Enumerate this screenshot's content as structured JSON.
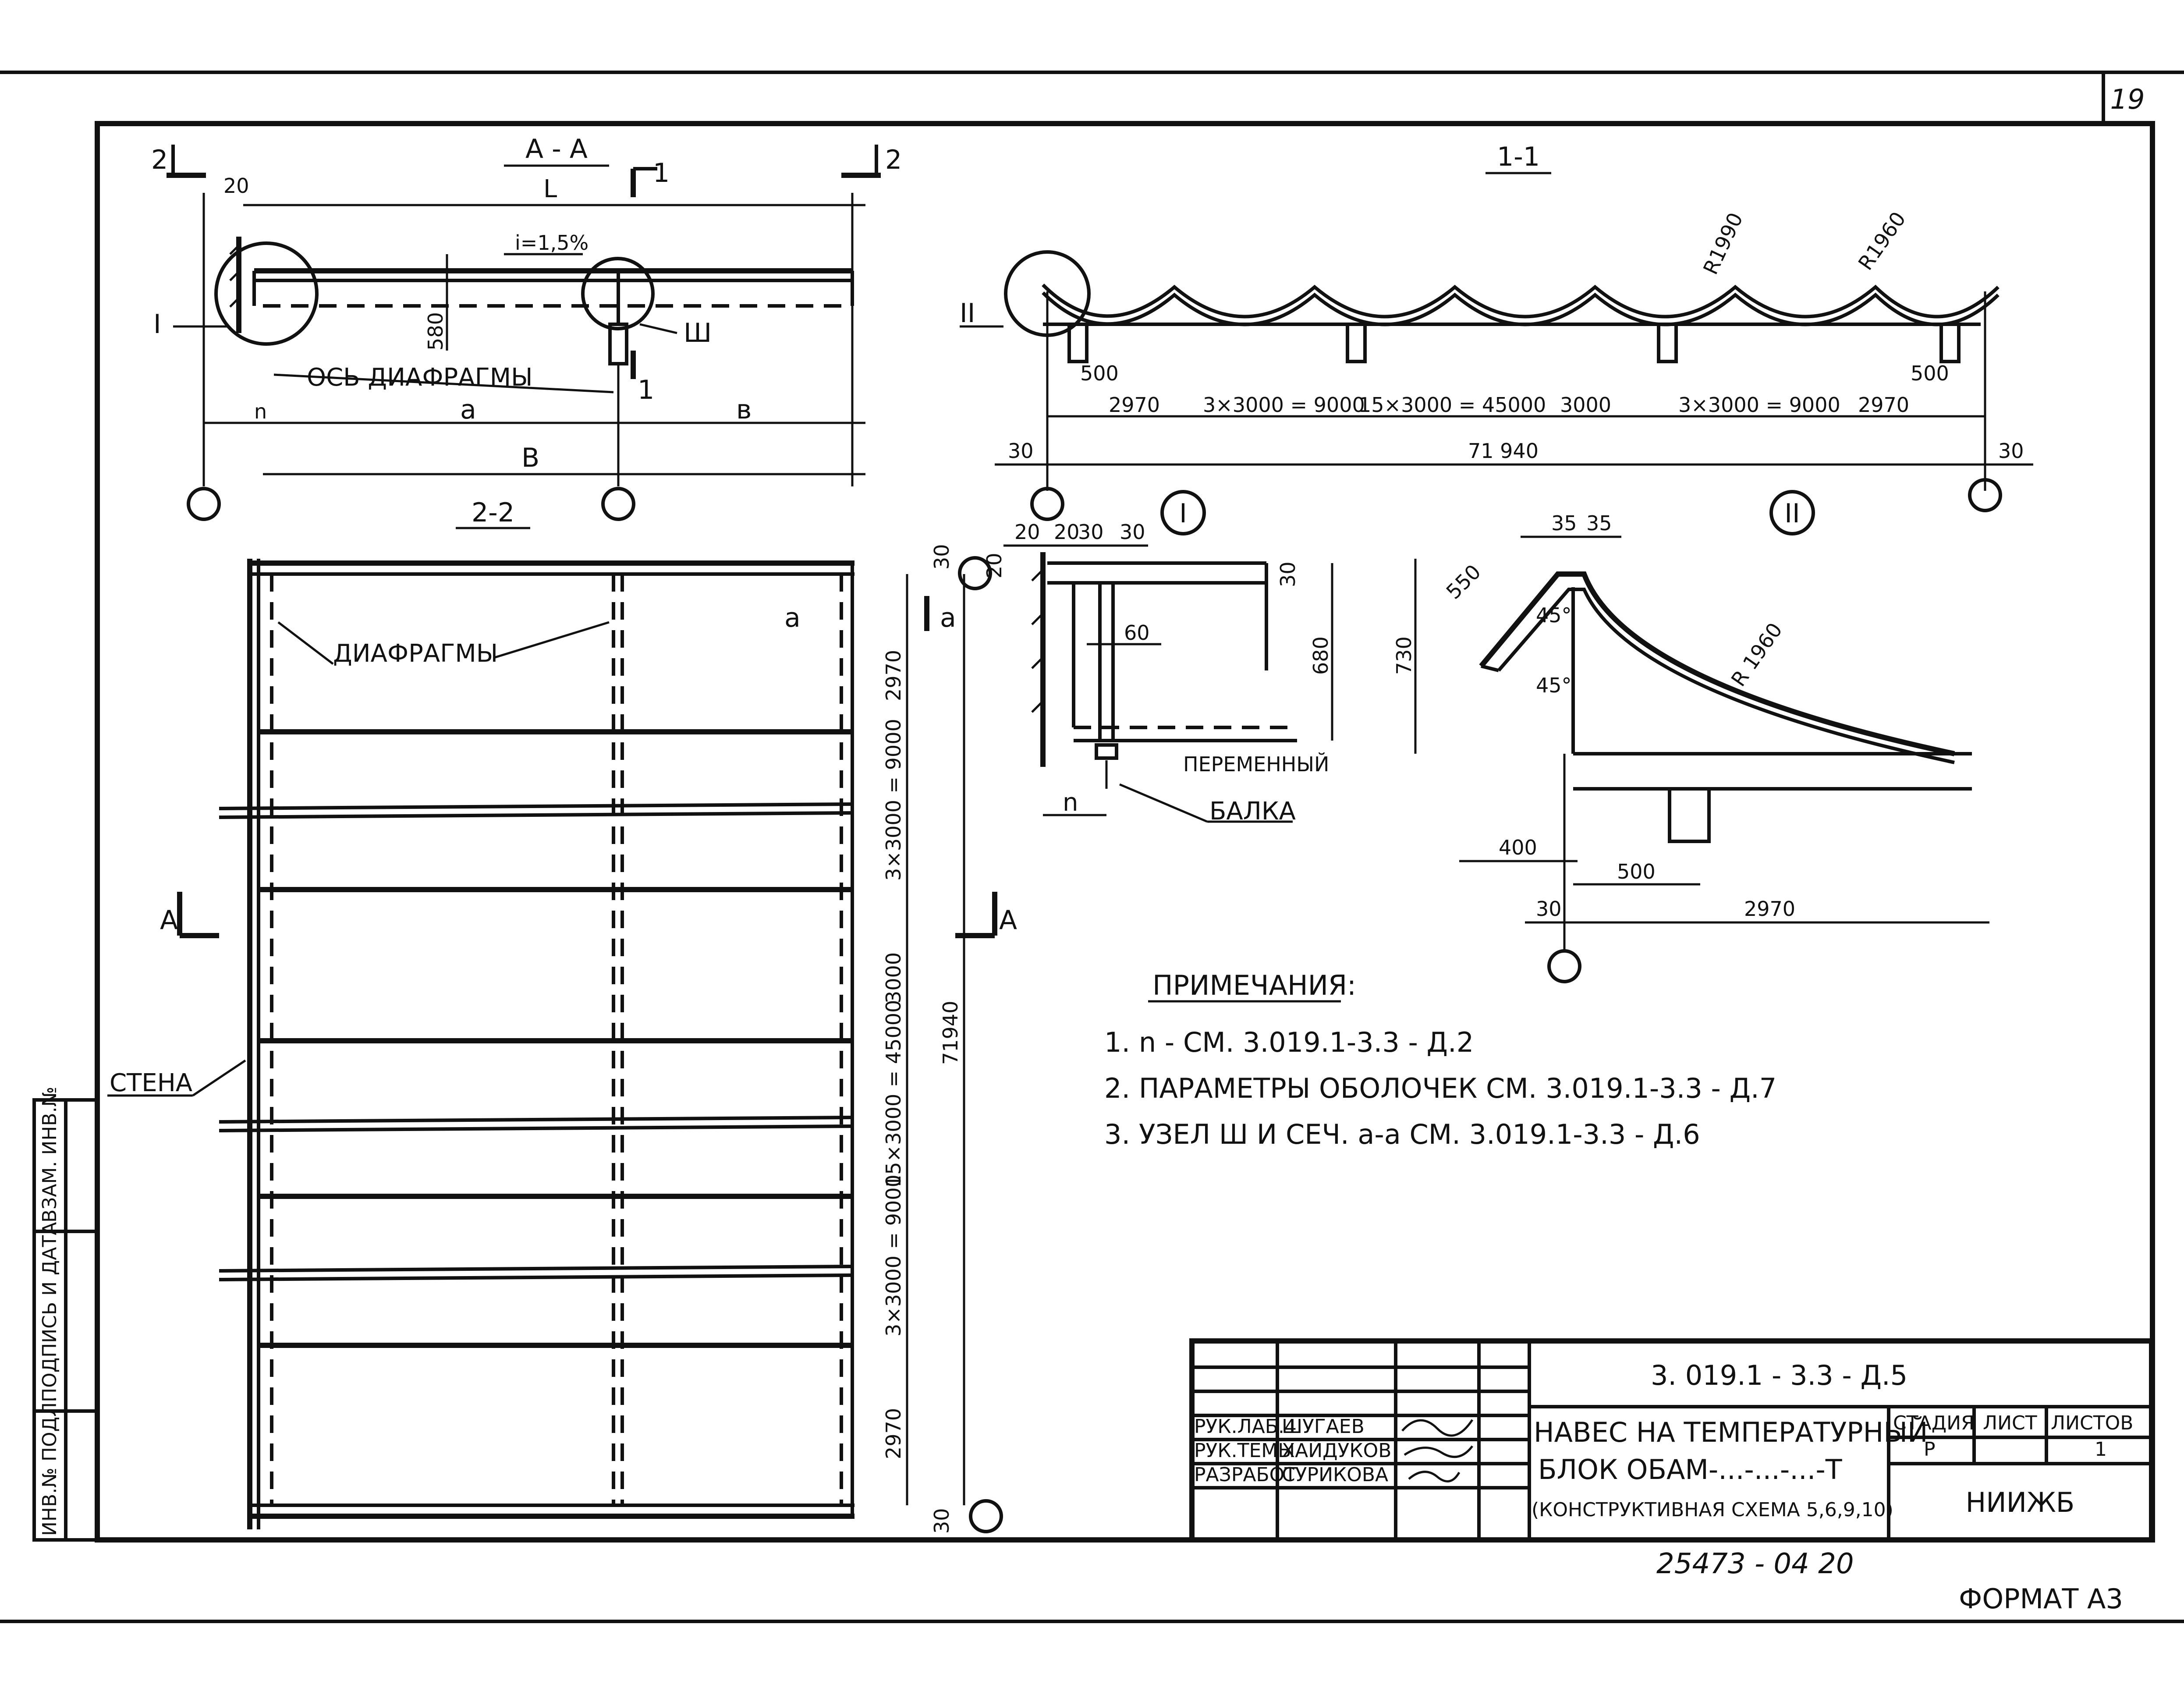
{
  "sheet_number": "19",
  "section_AA": {
    "title": "А - А",
    "span_label": "L",
    "slope": "i=1,5%",
    "edge_offset": "20",
    "height": "580",
    "diaphragm_axis": "ОСЬ ДИАФРАГМЫ",
    "dim_n": "n",
    "dim_a": "a",
    "dim_b": "в",
    "dim_B": "B",
    "node_I": "I",
    "node_III": "Ш",
    "cut_2": "2",
    "cut_1": "1"
  },
  "section_11": {
    "title": "1-1",
    "node_II": "II",
    "radius_1": "R1990",
    "radius_2": "R1960",
    "dim_500_left": "500",
    "dim_500_right": "500",
    "dims": [
      "2970",
      "3×3000 = 9000",
      "15×3000 = 45000",
      "3000",
      "3×3000 = 9000",
      "2970"
    ],
    "total": "71 940",
    "edge_left": "30",
    "edge_right": "30"
  },
  "section_22": {
    "title": "2-2",
    "diaphragms_label": "ДИАФРАГМЫ",
    "wall_label": "СТЕНА",
    "cut_a": "a",
    "cut_A": "A",
    "dims": [
      "2970",
      "3×3000 = 9000",
      "3000",
      "15×3000 = 45000",
      "3×3000 = 9000",
      "2970"
    ],
    "total": "71940",
    "edge_top": "30",
    "edge_bottom": "30"
  },
  "node_I": {
    "label": "I",
    "dims_top": [
      "20",
      "20",
      "30",
      "30"
    ],
    "dim_20_side": "20",
    "dim_30": "30",
    "dim_60": "60",
    "height": "680",
    "variable": "ПЕРЕМЕННЫЙ",
    "dim_n": "n",
    "beam_label": "БАЛКА"
  },
  "node_II": {
    "label": "II",
    "dims_top": [
      "35",
      "35"
    ],
    "dim_550": "550",
    "angle_1": "45°",
    "angle_2": "45°",
    "height": "730",
    "radius": "R 1960",
    "dim_400": "400",
    "dim_500": "500",
    "dim_30": "30",
    "dim_2970": "2970"
  },
  "notes": {
    "title": "ПРИМЕЧАНИЯ:",
    "items": [
      "1. n - СМ. 3.019.1-3.3 - Д.2",
      "2. ПАРАМЕТРЫ ОБОЛОЧЕК СМ. 3.019.1-3.3 - Д.7",
      "3. УЗЕЛ Ш И СЕЧ. a-a СМ. 3.019.1-3.3 - Д.6"
    ]
  },
  "title_block": {
    "code": "3. 019.1 - 3.3 - Д.5",
    "roles": [
      "РУК.ЛАБ.4",
      "РУК.ТЕМЫ",
      "РАЗРАБОТ"
    ],
    "names": [
      "ШУГАЕВ",
      "ХАЙДУКОВ",
      "СУРИКОВА"
    ],
    "title_lines": [
      "НАВЕС НА ТЕМПЕРАТУРНЫЙ",
      "БЛОК ОБАМ-...-...-...-Т",
      "(КОНСТРУКТИВНАЯ СХЕМА 5,6,9,10)"
    ],
    "stage_header": "СТАДИЯ",
    "sheet_header": "ЛИСТ",
    "sheets_header": "ЛИСТОВ",
    "stage": "Р",
    "sheet": "",
    "sheets": "1",
    "org": "НИИЖБ"
  },
  "side_stamp": [
    "ИНВ.№ ПОДЛ.",
    "ПОДПИСЬ И ДАТА",
    "ВЗАМ. ИНВ.№"
  ],
  "archive_number": "25473 - 04   20",
  "format": "ФОРМАТ А3"
}
